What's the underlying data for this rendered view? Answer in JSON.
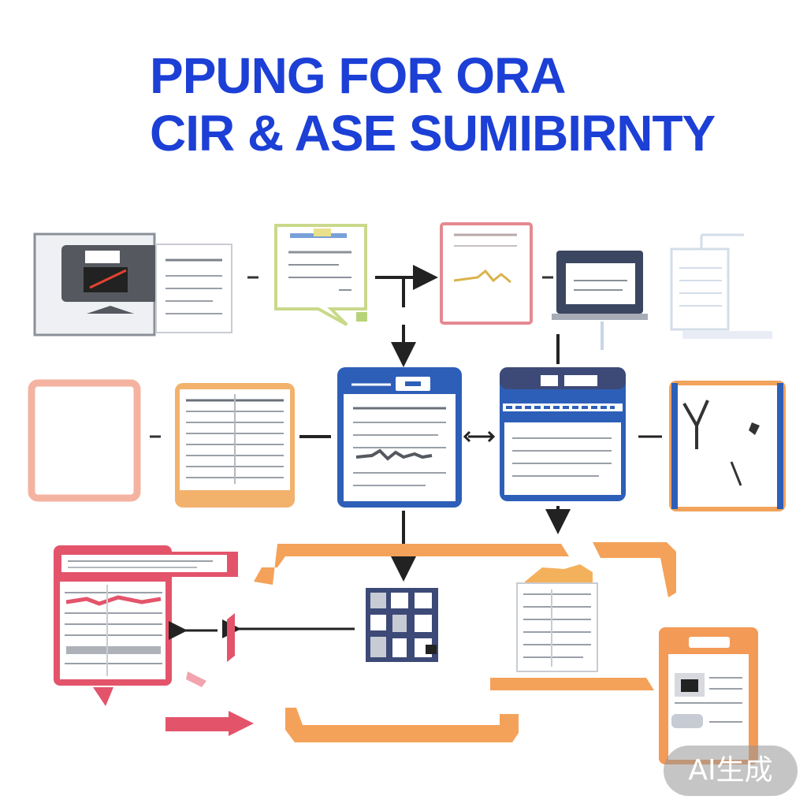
{
  "title": {
    "line1": "PPUNG FOR ORA",
    "line2": "CIR & ASE SUMIBIRNTY"
  },
  "badge": "AI生成",
  "colors": {
    "title": "#1c3fd6",
    "blue": "#2d5fb8",
    "navy": "#3d4a78",
    "orange": "#f2a35c",
    "red": "#e3546b",
    "pink": "#e48a92",
    "green": "#c9d98a",
    "gray": "#5f6470"
  }
}
